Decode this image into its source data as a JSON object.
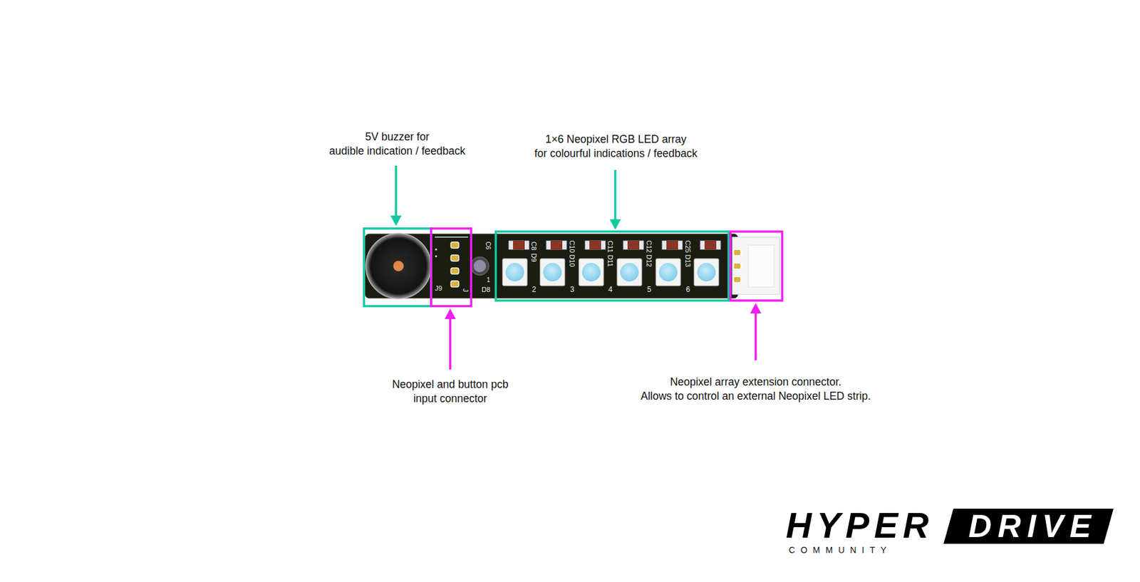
{
  "diagram": {
    "labels": [
      "5V buzzer for",
      "audible indication / feedback",
      "1×6 Neopixel RGB LED array",
      "for colourful indications / feedback",
      "Neopixel and button pcb",
      "input connector",
      "Neopixel array extension connector.",
      "Allows to control an external Neopixel LED strip.",
      "J9",
      "J",
      "C6",
      "1",
      "D8",
      "C8",
      "D9",
      "C10",
      "D10",
      "C11",
      "D11",
      "C12",
      "D12",
      "C25",
      "D13",
      "2",
      "3",
      "4",
      "5",
      "6",
      "HYPER",
      "DRIVE",
      "COMMUNITY"
    ]
  }
}
